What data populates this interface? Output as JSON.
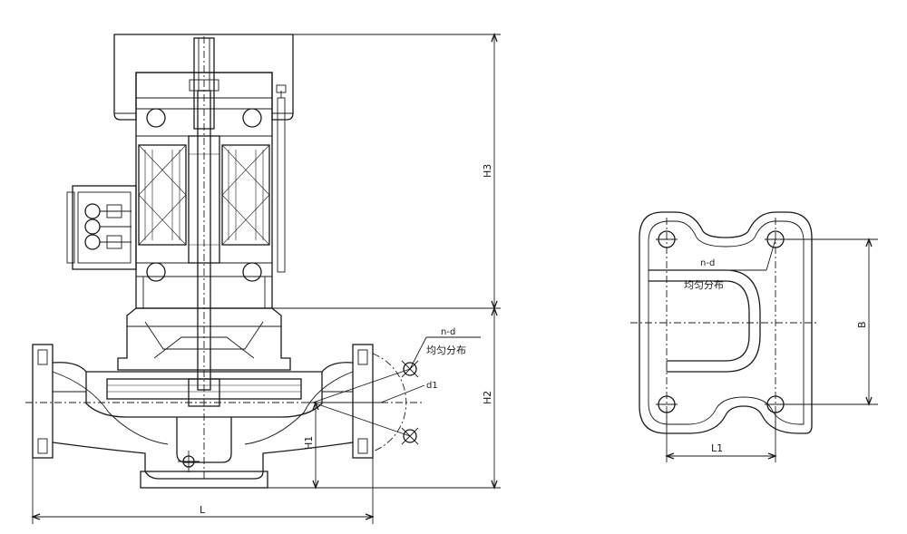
{
  "front_view": {
    "dimension_labels": {
      "H3": "H3",
      "H2": "H2",
      "H1": "H1",
      "L": "L",
      "d1": "d1"
    },
    "flange_note": {
      "holes": "n-d",
      "distribution": "均匀分布"
    }
  },
  "base_view": {
    "dimension_labels": {
      "B": "B",
      "L1": "L1"
    },
    "hole_note": {
      "holes": "n-d",
      "distribution": "均匀分布"
    }
  }
}
